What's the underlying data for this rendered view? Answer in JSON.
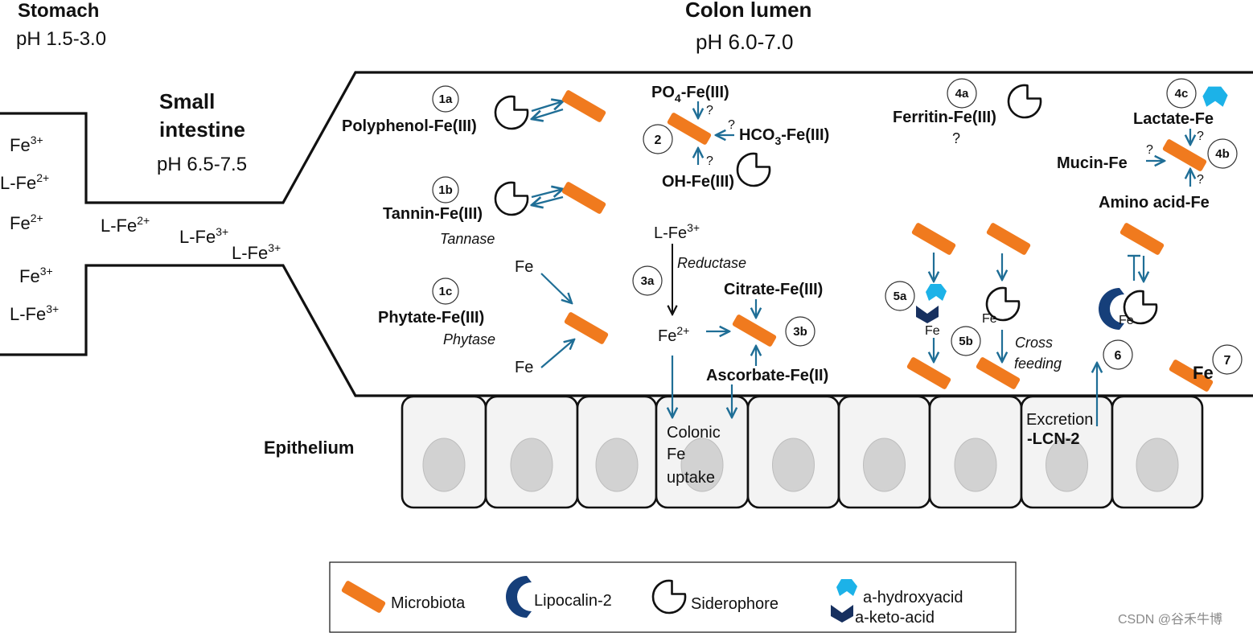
{
  "regions": {
    "stomach": {
      "title": "Stomach",
      "ph": "pH 1.5-3.0"
    },
    "small_intestine": {
      "title_line1": "Small",
      "title_line2": "intestine",
      "ph": "pH 6.5-7.5"
    },
    "colon": {
      "title": "Colon lumen",
      "ph": "pH 6.0-7.0"
    },
    "epithelium": "Epithelium"
  },
  "stomach_iron": [
    {
      "base": "Fe",
      "sup": "3+"
    },
    {
      "base": "L-Fe",
      "sup": "2+"
    },
    {
      "base": "Fe",
      "sup": "2+"
    },
    {
      "base": "Fe",
      "sup": "3+"
    },
    {
      "base": "L-Fe",
      "sup": "3+"
    }
  ],
  "intestine_iron": [
    {
      "base": "L-Fe",
      "sup": "2+"
    },
    {
      "base": "L-Fe",
      "sup": "3+"
    },
    {
      "base": "L-Fe",
      "sup": "3+"
    }
  ],
  "steps": {
    "s1a": "1a",
    "s1b": "1b",
    "s1c": "1c",
    "s2": "2",
    "s3a": "3a",
    "s3b": "3b",
    "s4a": "4a",
    "s4b": "4b",
    "s4c": "4c",
    "s5a": "5a",
    "s5b": "5b",
    "s6": "6",
    "s7": "7"
  },
  "complexes": {
    "polyphenol": "Polyphenol-Fe(III)",
    "tannin": "Tannin-Fe(III)",
    "tannase": "Tannase",
    "phytate": "Phytate-Fe(III)",
    "phytase": "Phytase",
    "fe": "Fe",
    "po4_a": "PO",
    "po4_sub": "4",
    "po4_b": "-Fe(III)",
    "hco3_a": "HCO",
    "hco3_sub": "3",
    "hco3_b": "-Fe(III)",
    "oh": "OH-Fe(III)",
    "question": "?",
    "lfe3_base": "L-Fe",
    "lfe3_sup": "3+",
    "reductase": "Reductase",
    "fe2_base": "Fe",
    "fe2_sup": "2+",
    "citrate": "Citrate-Fe(III)",
    "ascorbate": "Ascorbate-Fe(II)",
    "colonic_1": "Colonic",
    "colonic_2": "Fe",
    "colonic_3": "uptake",
    "ferritin": "Ferritin-Fe(III)",
    "lactate": "Lactate-Fe",
    "mucin": "Mucin-Fe",
    "amino": "Amino acid-Fe",
    "cross_1": "Cross",
    "cross_2": "feeding",
    "excretion_1": "Excretion",
    "excretion_2": "-LCN-2"
  },
  "legend": {
    "microbiota": "Microbiota",
    "lipocalin": "Lipocalin-2",
    "siderophore": "Siderophore",
    "hydroxy": "a-hydroxyacid",
    "keto": "a-keto-acid"
  },
  "watermark": "CSDN @谷禾牛博",
  "colors": {
    "microbiota": "#f07a1e",
    "arrow": "#1f6e96",
    "lipocalin": "#163f7a",
    "hydroxyacid": "#1cb2e8",
    "ketoacid": "#17305f",
    "cell_fill": "#f3f3f3",
    "nucleus": "#d2d2d2"
  }
}
